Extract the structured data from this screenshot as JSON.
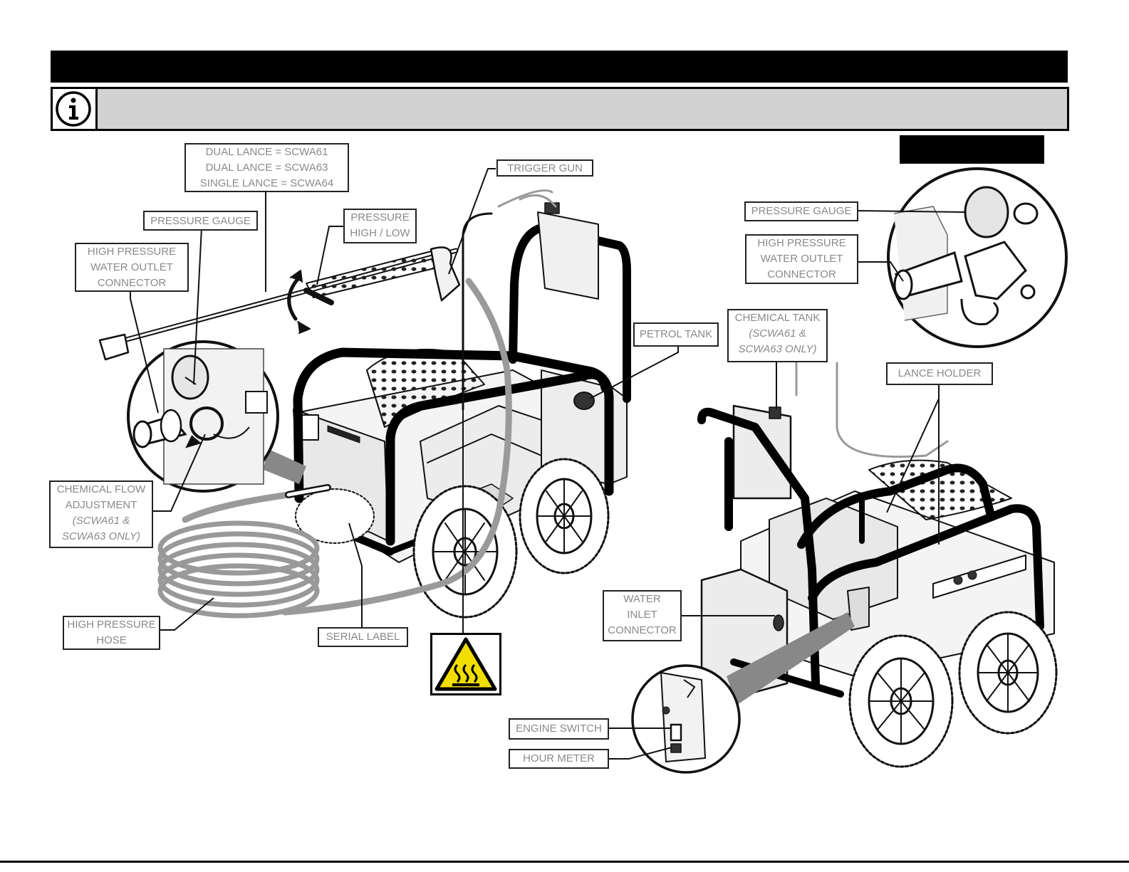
{
  "labels": {
    "lance_types": [
      "DUAL LANCE = SCWA61",
      "DUAL LANCE = SCWA63",
      "SINGLE LANCE = SCWA64"
    ],
    "trigger_gun": "TRIGGER GUN",
    "pressure_gauge_left": "PRESSURE GAUGE",
    "pressure_high_low": [
      "PRESSURE",
      "HIGH / LOW"
    ],
    "hp_outlet_left": [
      "HIGH PRESSURE",
      "WATER OUTLET",
      "CONNECTOR"
    ],
    "petrol_tank": "PETROL TANK",
    "chemical_tank": [
      "CHEMICAL TANK"
    ],
    "chemical_tank_note": [
      "(SCWA61 &",
      "SCWA63 ONLY)"
    ],
    "chemical_flow": [
      "CHEMICAL FLOW",
      "ADJUSTMENT"
    ],
    "chemical_flow_note": [
      "(SCWA61 &",
      "SCWA63 ONLY)"
    ],
    "hp_hose": [
      "HIGH PRESSURE",
      "HOSE"
    ],
    "serial_label": "SERIAL LABEL",
    "pressure_gauge_right": "PRESSURE GAUGE",
    "hp_outlet_right": [
      "HIGH PRESSURE",
      "WATER OUTLET",
      "CONNECTOR"
    ],
    "lance_holder": "LANCE HOLDER",
    "water_inlet": [
      "WATER",
      "INLET",
      "CONNECTOR"
    ],
    "engine_switch": "ENGINE SWITCH",
    "hour_meter": "HOUR METER"
  },
  "icons": {
    "info": "info-icon",
    "hot_surface": "hot-surface-warning-icon"
  },
  "colors": {
    "header_bar": "#000000",
    "info_bar": "#d2d2d2",
    "label_text": "#8a8a8a",
    "warning_yellow": "#f2dd00"
  }
}
